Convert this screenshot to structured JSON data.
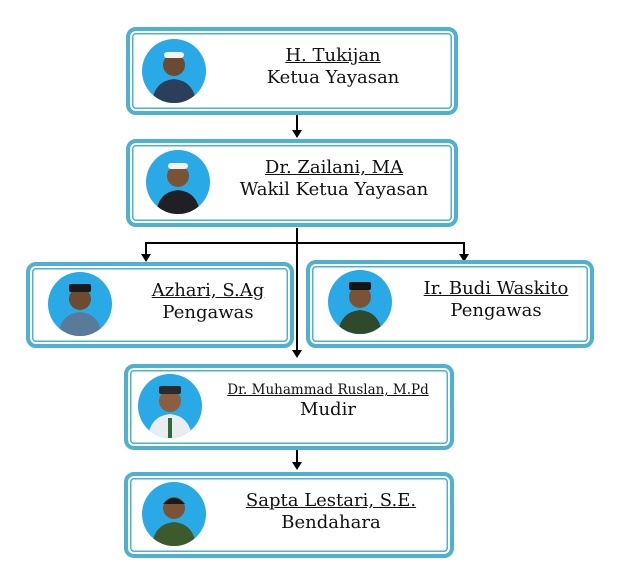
{
  "nodes": [
    {
      "id": "tukijan",
      "name": "H. Tukijan",
      "role": "Ketua Yayasan"
    },
    {
      "id": "zailani",
      "name": "Dr. Zailani, MA",
      "role": "Wakil Ketua Yayasan"
    },
    {
      "id": "azhari",
      "name": "Azhari, S.Ag",
      "role": "Pengawas"
    },
    {
      "id": "budi",
      "name": "Ir. Budi Waskito",
      "role": "Pengawas"
    },
    {
      "id": "ruslan",
      "name": "Dr. Muhammad Ruslan, M.Pd",
      "role": "Mudir"
    },
    {
      "id": "sapta",
      "name": "Sapta Lestari, S.E.",
      "role": "Bendahara"
    }
  ],
  "colors": {
    "border": "#4fb1cf",
    "photo_bg": "#29a9e6",
    "connector": "#000000"
  },
  "photo_icon": "person-portrait-icon"
}
